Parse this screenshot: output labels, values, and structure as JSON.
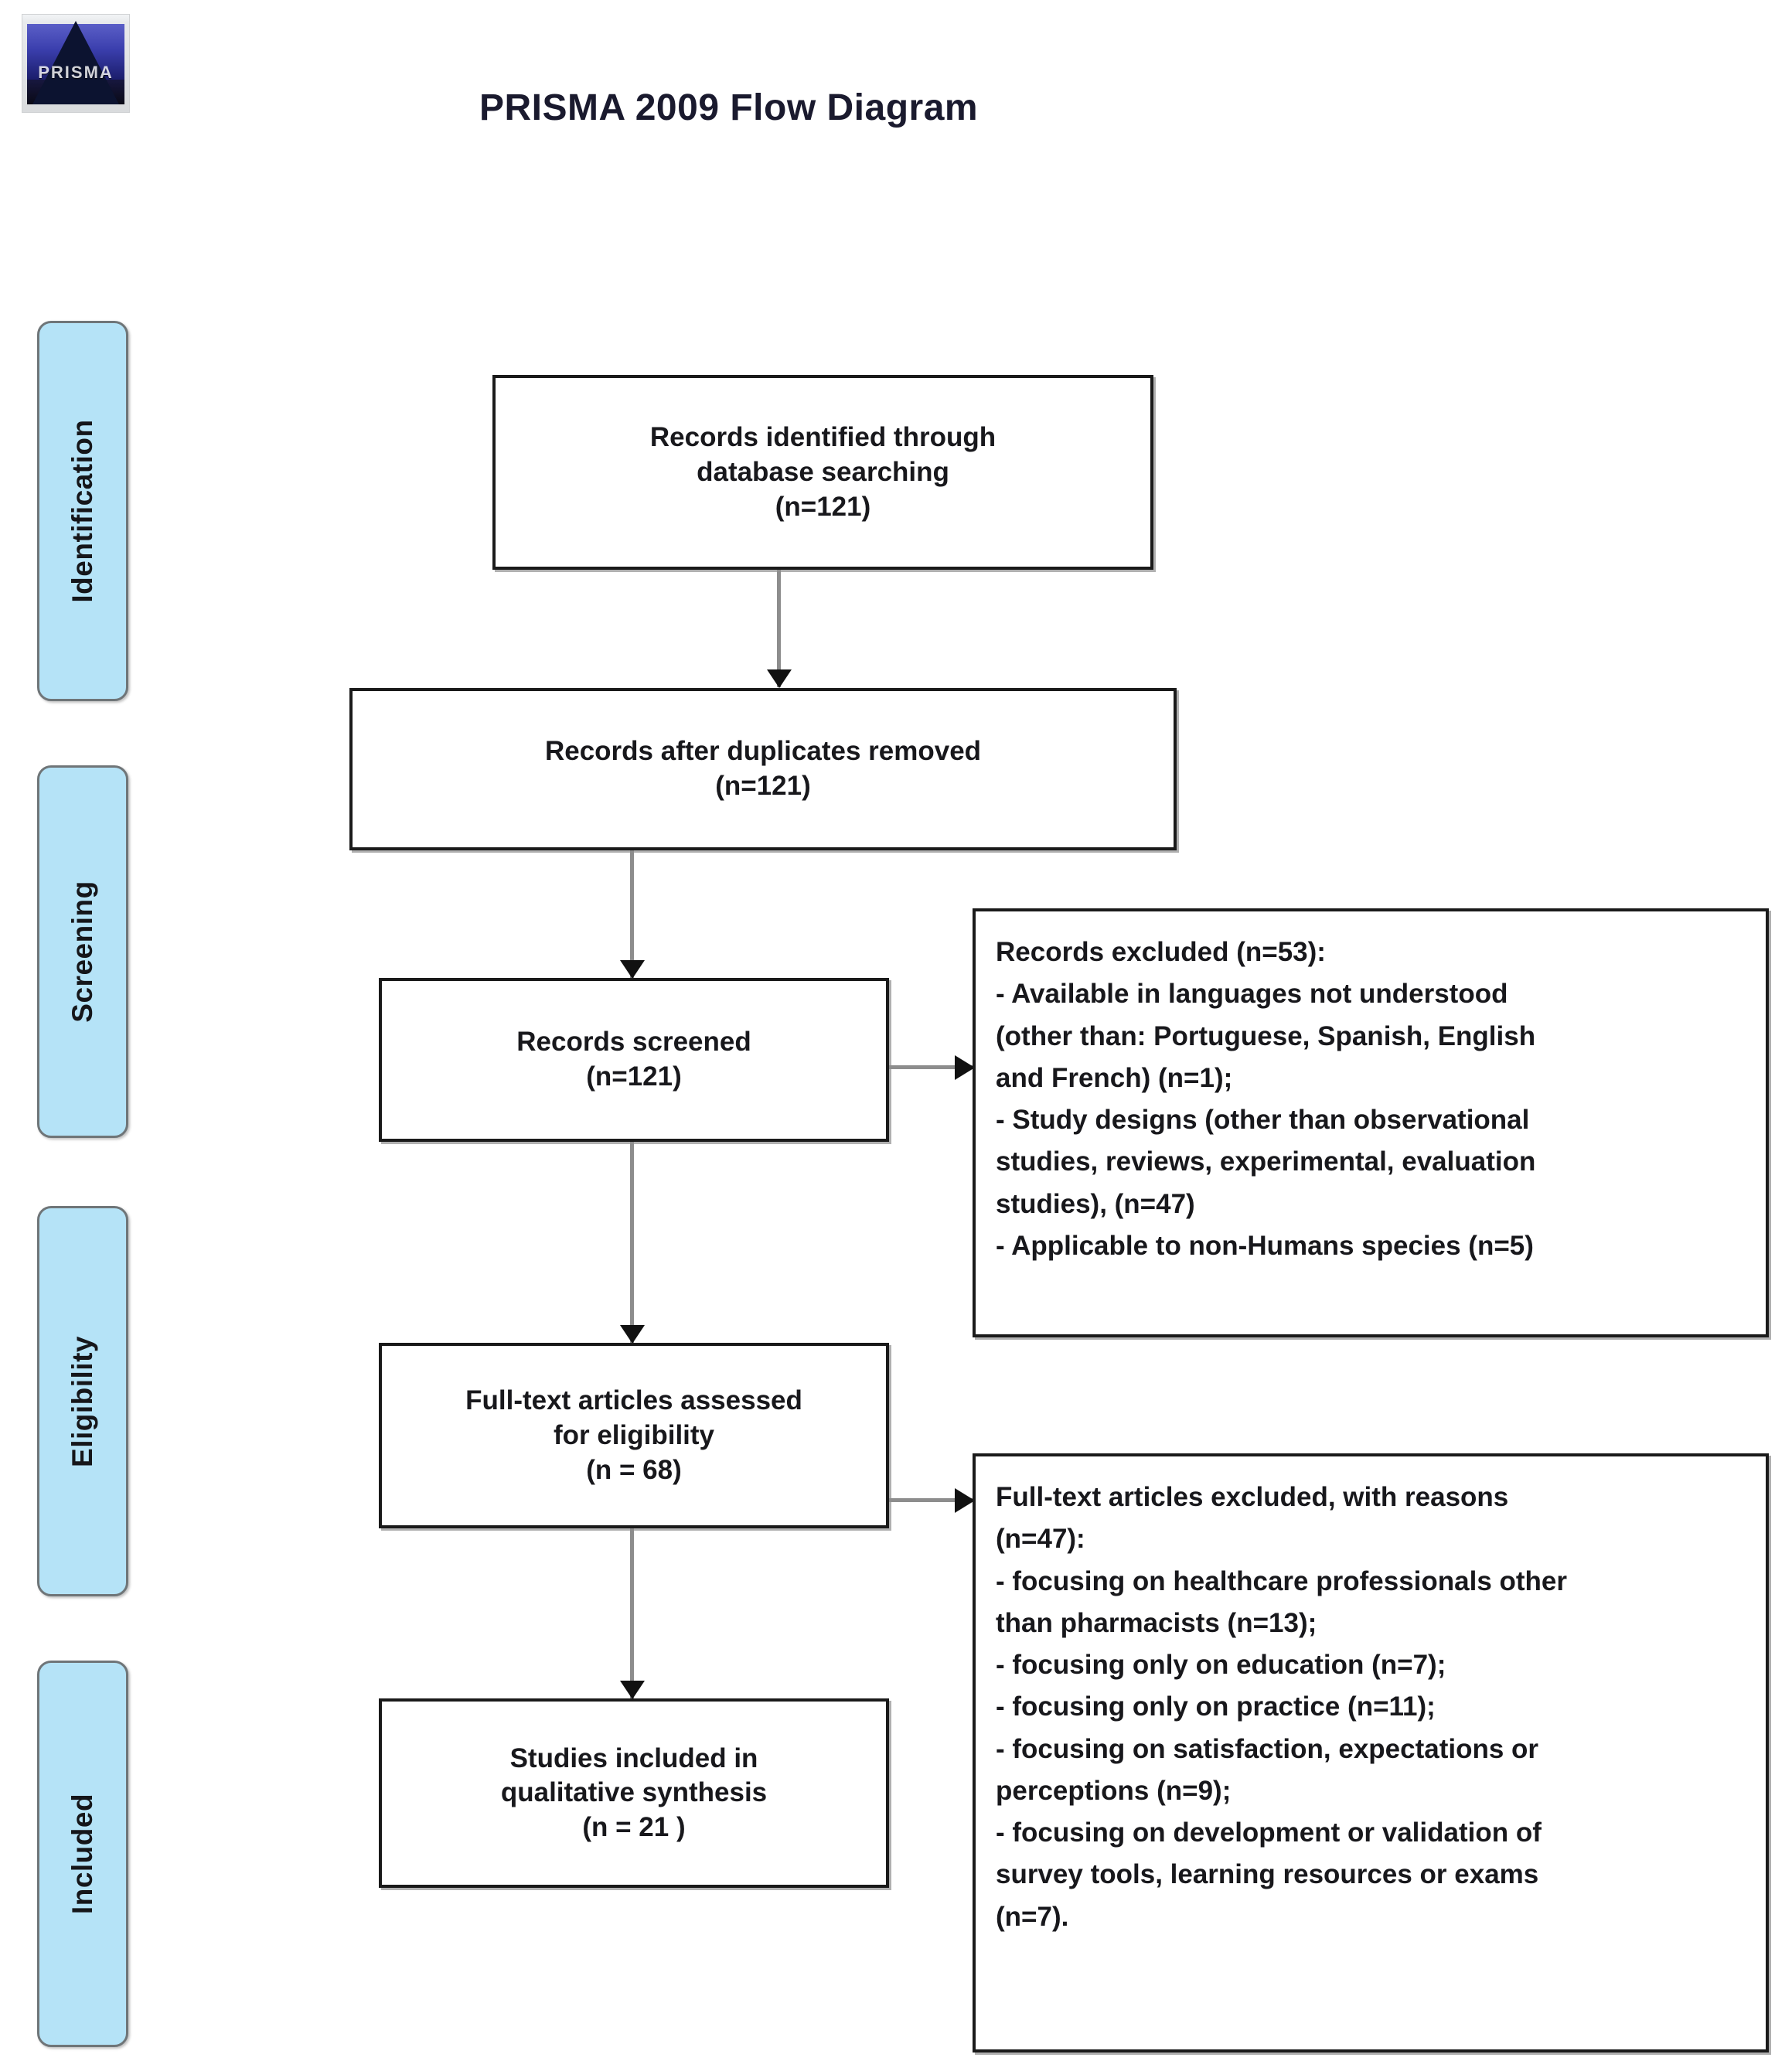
{
  "header": {
    "title": "PRISMA 2009 Flow Diagram",
    "logo_wordmark": "PRISMA",
    "logo_alt": "prisma-logo"
  },
  "stages": [
    {
      "id": "identification",
      "label": "Identification"
    },
    {
      "id": "screening",
      "label": "Screening"
    },
    {
      "id": "eligibility",
      "label": "Eligibility"
    },
    {
      "id": "included",
      "label": "Included"
    }
  ],
  "nodes": {
    "identified": {
      "name": "records-identified",
      "lines": [
        "Records identified through",
        "database searching",
        "(n=121)"
      ]
    },
    "duplicates_removed": {
      "name": "records-after-duplicates-removed",
      "lines": [
        "Records after duplicates removed",
        "(n=121)"
      ]
    },
    "screened": {
      "name": "records-screened",
      "lines": [
        "Records screened",
        "(n=121)"
      ]
    },
    "records_excluded": {
      "name": "records-excluded",
      "lines": [
        "Records excluded (n=53):",
        "- Available in languages not understood",
        "(other than: Portuguese, Spanish, English",
        "and French) (n=1);",
        "-  Study designs (other than observational",
        "studies, reviews, experimental, evaluation",
        "studies), (n=47)",
        "- Applicable to non-Humans species (n=5)"
      ]
    },
    "fulltext_assessed": {
      "name": "full-text-articles-assessed",
      "lines": [
        "Full-text articles assessed",
        "for eligibility",
        "(n = 68)"
      ]
    },
    "fulltext_excluded": {
      "name": "full-text-articles-excluded",
      "lines": [
        "Full-text articles excluded, with reasons",
        "(n=47):",
        "- focusing on healthcare professionals other",
        "than pharmacists (n=13);",
        "- focusing only on education (n=7);",
        "- focusing only on practice (n=11);",
        "- focusing on satisfaction, expectations or",
        "perceptions (n=9);",
        "- focusing on development or validation of",
        "survey tools, learning resources or exams",
        "(n=7)."
      ]
    },
    "included_studies": {
      "name": "studies-included",
      "lines": [
        "Studies included in",
        "qualitative synthesis",
        "(n = 21 )"
      ]
    }
  },
  "colors": {
    "stage_fill": "#b5e3f7",
    "stage_border": "#6f7578",
    "node_border": "#1a1a1a",
    "connector": "#8d8d8d",
    "text": "#18181c"
  }
}
